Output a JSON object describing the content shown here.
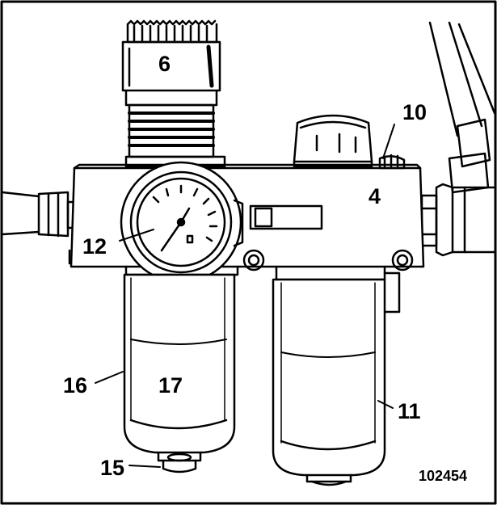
{
  "figure": {
    "reference_number": "102454",
    "callouts": {
      "c4": "4",
      "c6": "6",
      "c10": "10",
      "c11": "11",
      "c12": "12",
      "c15": "15",
      "c16": "16",
      "c17": "17"
    }
  },
  "colors": {
    "line": "#000000",
    "background": "#ffffff"
  }
}
